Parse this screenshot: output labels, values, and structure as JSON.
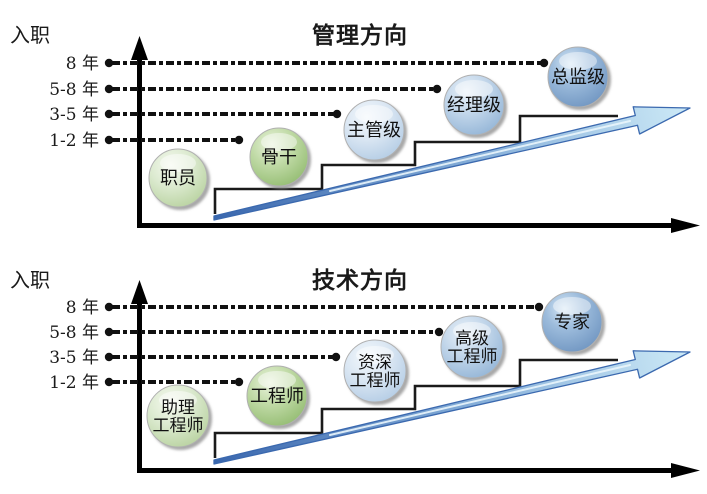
{
  "page": {
    "background": "#ffffff"
  },
  "axis": {
    "origin_label": "入职",
    "ticks": [
      "8 年",
      "5-8 年",
      "3-5 年",
      "1-2 年"
    ]
  },
  "colors": {
    "axis": "#000000",
    "step_line": "#1a1a1a",
    "dotted_line": "#111111",
    "arrow_outline": "#3b69af",
    "arrow_gradient_dark": "#3a67ae",
    "arrow_gradient_light": "#cdeaf7",
    "ball_green_light": "#dcead0",
    "ball_green": "#b9d69c",
    "ball_blue_pale": "#d8e5f2",
    "ball_blue_light": "#bdd4ea",
    "ball_blue_mid": "#8fb2d4"
  },
  "charts": [
    {
      "id": "management",
      "title": "管理方向",
      "levels": [
        {
          "label": "职员",
          "lines": [
            "职员"
          ],
          "tenure": null,
          "color": "#dcead0"
        },
        {
          "label": "骨干",
          "lines": [
            "骨干"
          ],
          "tenure": "1-2 年",
          "color": "#b9d69c"
        },
        {
          "label": "主管级",
          "lines": [
            "主管级"
          ],
          "tenure": "3-5 年",
          "color": "#d8e5f2"
        },
        {
          "label": "经理级",
          "lines": [
            "经理级"
          ],
          "tenure": "5-8 年",
          "color": "#bdd4ea"
        },
        {
          "label": "总监级",
          "lines": [
            "总监级"
          ],
          "tenure": "8 年",
          "color": "#8fb2d4"
        }
      ]
    },
    {
      "id": "technical",
      "title": "技术方向",
      "levels": [
        {
          "label": "助理工程师",
          "lines": [
            "助理",
            "工程师"
          ],
          "tenure": null,
          "color": "#dcead0"
        },
        {
          "label": "工程师",
          "lines": [
            "工程师"
          ],
          "tenure": "1-2 年",
          "color": "#b9d69c"
        },
        {
          "label": "资深工程师",
          "lines": [
            "资深",
            "工程师"
          ],
          "tenure": "3-5 年",
          "color": "#d8e5f2"
        },
        {
          "label": "高级工程师",
          "lines": [
            "高级",
            "工程师"
          ],
          "tenure": "5-8 年",
          "color": "#bdd4ea"
        },
        {
          "label": "专家",
          "lines": [
            "专家"
          ],
          "tenure": "8 年",
          "color": "#8fb2d4"
        }
      ]
    }
  ]
}
